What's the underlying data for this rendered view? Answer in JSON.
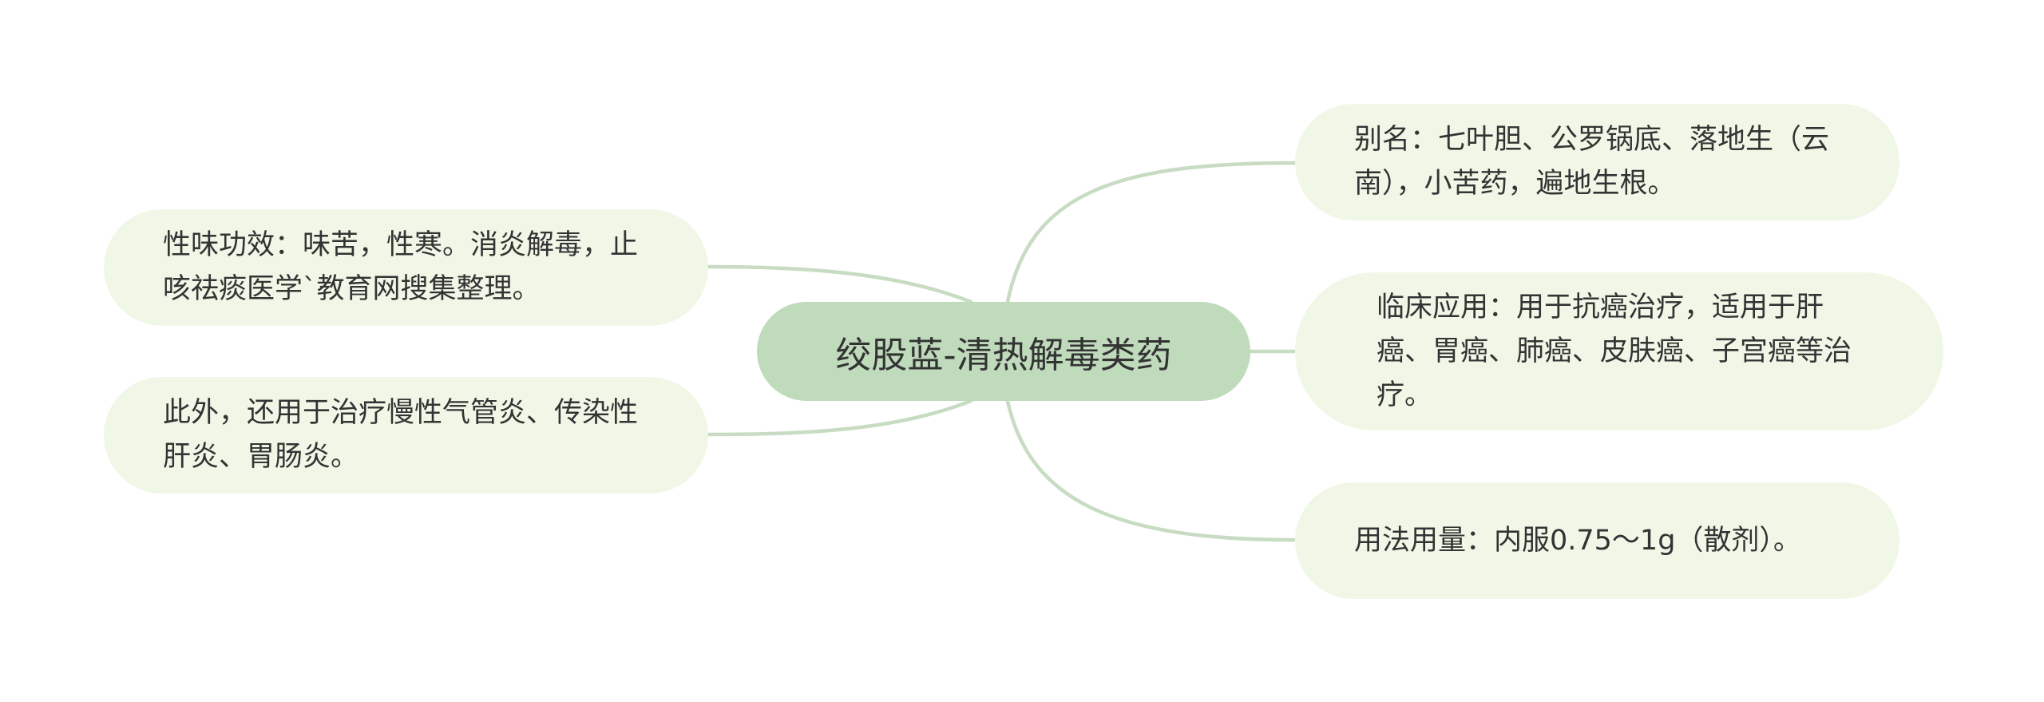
{
  "colors": {
    "central_fill": "#bfdbbc",
    "node_fill": "#f1f7e7",
    "connector": "#c7dcc2",
    "text": "#333333"
  },
  "central_topic": "绞股蓝-清热解毒类药",
  "branches": {
    "aliases": "别名：七叶胆、公罗锅底、落地生（云南），小苦药，遍地生根。",
    "clinical_use": "临床应用：用于抗癌治疗，适用于肝癌、胃癌、肺癌、皮肤癌、子宫癌等治疗。",
    "dosage": "用法用量：内服0.75～1g（散剂）。",
    "properties": "性味功效：味苦，性寒。消炎解毒，止咳祛痰医学`教育网搜集整理。",
    "other_uses": "此外，还用于治疗慢性气管炎、传染性肝炎、胃肠炎。"
  }
}
